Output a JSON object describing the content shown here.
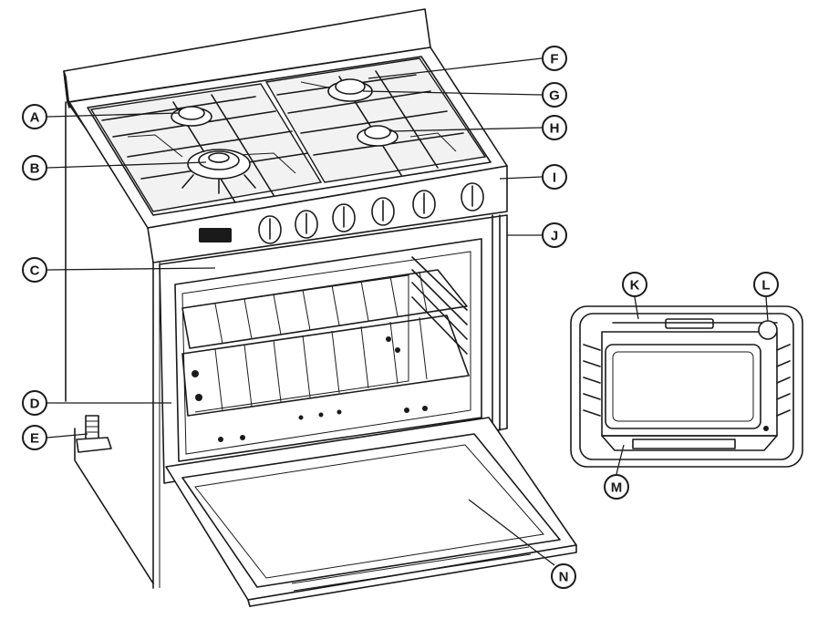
{
  "callouts": {
    "A": "A",
    "B": "B",
    "C": "C",
    "D": "D",
    "E": "E",
    "F": "F",
    "G": "G",
    "H": "H",
    "I": "I",
    "J": "J",
    "K": "K",
    "L": "L",
    "M": "M",
    "N": "N"
  },
  "icons": {
    "range": "gas-range-illustration",
    "cavity": "oven-cavity-illustration"
  },
  "colors": {
    "line": "#1a1a1a",
    "background": "#ffffff"
  }
}
